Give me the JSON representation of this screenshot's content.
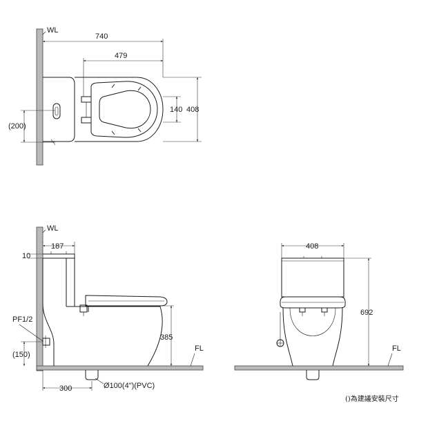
{
  "top_view": {
    "wall_label": "WL",
    "dim_length": "740",
    "dim_seat": "479",
    "dim_center": "140",
    "dim_width": "408",
    "dim_offset": "(200)"
  },
  "side_view": {
    "wall_label": "WL",
    "dim_tank_depth": "187",
    "dim_gap": "10",
    "pipe_label": "PF1/2",
    "dim_pipe_height": "(150)",
    "dim_seat_height": "385",
    "floor_label": "FL",
    "dim_outlet": "300",
    "outlet_label": "Ø100(4\")(PVC)"
  },
  "front_view": {
    "dim_width": "408",
    "dim_height": "692",
    "floor_label": "FL"
  },
  "note": "()為建議安裝尺寸"
}
